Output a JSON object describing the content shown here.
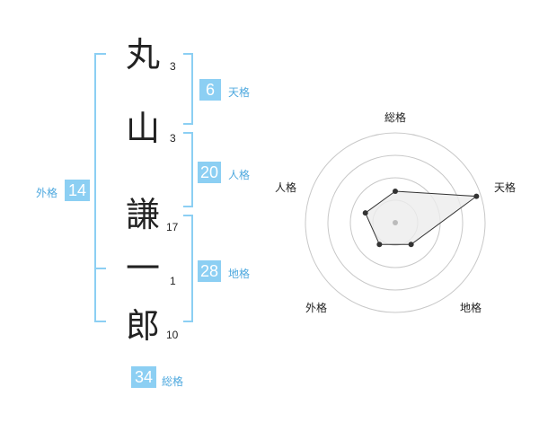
{
  "name": {
    "characters": [
      {
        "char": "丸",
        "strokes": "3"
      },
      {
        "char": "山",
        "strokes": "3"
      },
      {
        "char": "謙",
        "strokes": "17"
      },
      {
        "char": "一",
        "strokes": "1"
      },
      {
        "char": "郎",
        "strokes": "10"
      }
    ]
  },
  "fortune": {
    "tenkaku": {
      "value": "6",
      "label": "天格"
    },
    "jinkaku": {
      "value": "20",
      "label": "人格"
    },
    "chikaku": {
      "value": "28",
      "label": "地格"
    },
    "gaikaku": {
      "value": "14",
      "label": "外格"
    },
    "soukaku": {
      "value": "34",
      "label": "総格"
    }
  },
  "radar": {
    "axes": [
      "総格",
      "天格",
      "地格",
      "外格",
      "人格"
    ],
    "levels": 4,
    "values": [
      0.35,
      0.95,
      0.3,
      0.3,
      0.35
    ],
    "colors": {
      "ring": "#c8c8c8",
      "fill": "#ececec",
      "line": "#333333",
      "point": "#333333",
      "center": "#bbbbbb"
    }
  },
  "colors": {
    "accent": "#8ccff3",
    "label": "#4fa9df"
  }
}
